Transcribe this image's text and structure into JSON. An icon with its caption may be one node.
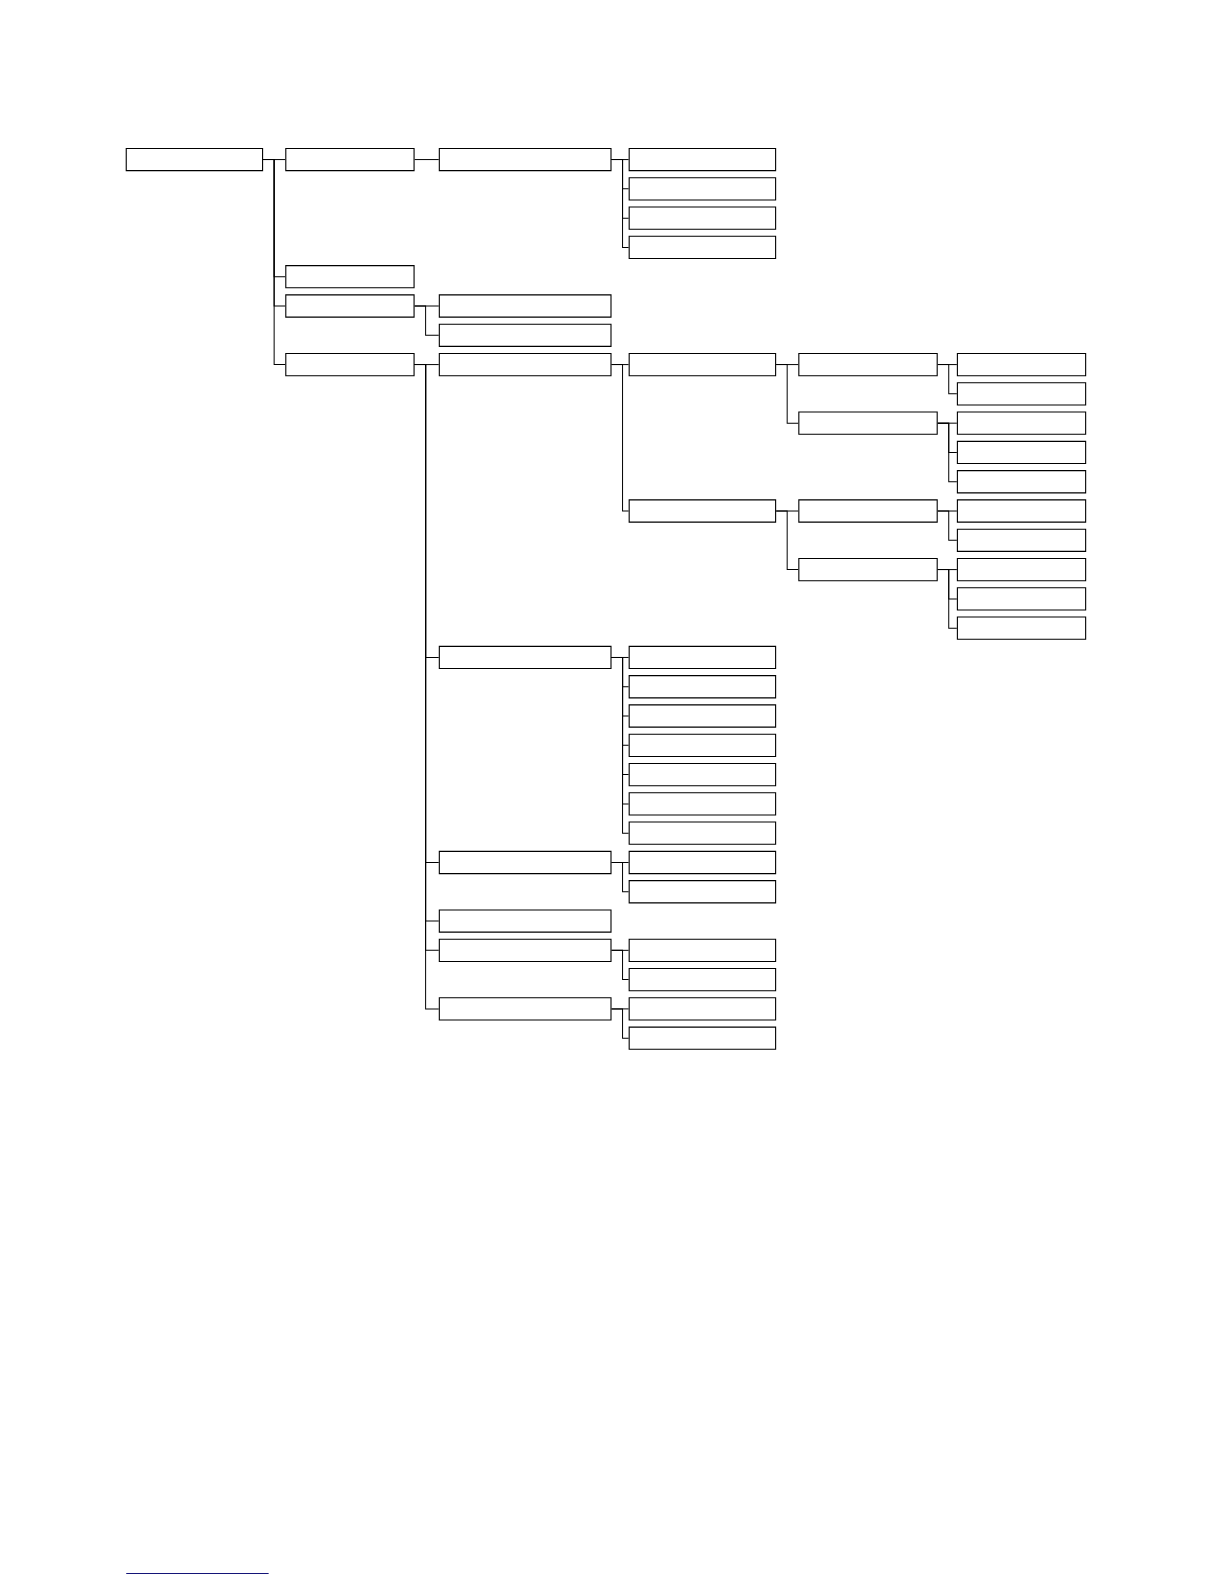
{
  "diagram": {
    "nodes": [
      {
        "text": [],
        "shape": "box"
      },
      {
        "text": [],
        "shape": "box"
      },
      {
        "text": [],
        "shape": "box"
      },
      {
        "text": [],
        "shape": "box"
      },
      {
        "text": [],
        "shape": "box"
      },
      {
        "text": [],
        "shape": "box"
      },
      {
        "text": [],
        "shape": "box"
      },
      {
        "text": [],
        "shape": "box"
      },
      {
        "text": [],
        "shape": "box"
      },
      {
        "text": [],
        "shape": "box"
      },
      {
        "text": [],
        "shape": "box"
      },
      {
        "text": [],
        "shape": "box"
      },
      {
        "text": [],
        "shape": "box"
      },
      {
        "text": [],
        "shape": "box"
      },
      {
        "text": [],
        "shape": "box"
      },
      {
        "text": [],
        "shape": "box"
      },
      {
        "text": [],
        "shape": "box"
      },
      {
        "text": [],
        "shape": "box"
      },
      {
        "text": [],
        "shape": "box"
      },
      {
        "text": [],
        "shape": "box"
      },
      {
        "text": [],
        "shape": "box"
      },
      {
        "text": [],
        "shape": "box"
      },
      {
        "text": [],
        "shape": "box"
      },
      {
        "text": [],
        "shape": "box"
      },
      {
        "text": [],
        "shape": "box"
      },
      {
        "text": [],
        "shape": "box"
      },
      {
        "text": [],
        "shape": "box"
      },
      {
        "text": [],
        "shape": "box"
      },
      {
        "text": [],
        "shape": "box"
      },
      {
        "text": [],
        "shape": "box"
      },
      {
        "text": [],
        "shape": "box"
      },
      {
        "text": [],
        "shape": "box"
      },
      {
        "text": [],
        "shape": "box"
      },
      {
        "text": [],
        "shape": "box"
      },
      {
        "text": [],
        "shape": "box"
      },
      {
        "text": [],
        "shape": "box"
      },
      {
        "text": [],
        "shape": "box"
      },
      {
        "text": [],
        "shape": "box"
      },
      {
        "text": [],
        "shape": "box"
      },
      {
        "text": [],
        "shape": "box"
      },
      {
        "text": [],
        "shape": "box"
      },
      {
        "text": [],
        "shape": "box"
      },
      {
        "text": [],
        "shape": "box"
      },
      {
        "text": [],
        "shape": "box"
      },
      {
        "text": [],
        "shape": "box"
      },
      {
        "text": [],
        "shape": "box"
      },
      {
        "text": [],
        "shape": "box"
      }
    ],
    "edges": [
      {
        "from": 0,
        "to": 1,
        "arrow": "none"
      },
      {
        "from": 1,
        "to": 2,
        "arrow": "none"
      },
      {
        "from": 2,
        "to": 3,
        "arrow": "none"
      },
      {
        "from": 2,
        "to": 4,
        "arrow": "none"
      },
      {
        "from": 2,
        "to": 5,
        "arrow": "none"
      },
      {
        "from": 2,
        "to": 6,
        "arrow": "none"
      },
      {
        "from": 0,
        "to": 7,
        "arrow": "none"
      },
      {
        "from": 0,
        "to": 8,
        "arrow": "none"
      },
      {
        "from": 8,
        "to": 9,
        "arrow": "none"
      },
      {
        "from": 8,
        "to": 10,
        "arrow": "none"
      },
      {
        "from": 0,
        "to": 11,
        "arrow": "none"
      },
      {
        "from": 11,
        "to": 12,
        "arrow": "none"
      },
      {
        "from": 12,
        "to": 13,
        "arrow": "none"
      },
      {
        "from": 13,
        "to": 14,
        "arrow": "none"
      },
      {
        "from": 14,
        "to": 15,
        "arrow": "none"
      },
      {
        "from": 14,
        "to": 16,
        "arrow": "none"
      },
      {
        "from": 13,
        "to": 17,
        "arrow": "none"
      },
      {
        "from": 17,
        "to": 18,
        "arrow": "none"
      },
      {
        "from": 17,
        "to": 19,
        "arrow": "none"
      },
      {
        "from": 17,
        "to": 20,
        "arrow": "none"
      },
      {
        "from": 12,
        "to": 21,
        "arrow": "none"
      },
      {
        "from": 21,
        "to": 22,
        "arrow": "none"
      },
      {
        "from": 22,
        "to": 23,
        "arrow": "none"
      },
      {
        "from": 22,
        "to": 24,
        "arrow": "none"
      },
      {
        "from": 21,
        "to": 25,
        "arrow": "none"
      },
      {
        "from": 25,
        "to": 26,
        "arrow": "none"
      },
      {
        "from": 25,
        "to": 27,
        "arrow": "none"
      },
      {
        "from": 25,
        "to": 28,
        "arrow": "none"
      },
      {
        "from": 11,
        "to": 29,
        "arrow": "none"
      },
      {
        "from": 29,
        "to": 30,
        "arrow": "none"
      },
      {
        "from": 29,
        "to": 31,
        "arrow": "none"
      },
      {
        "from": 29,
        "to": 32,
        "arrow": "none"
      },
      {
        "from": 29,
        "to": 33,
        "arrow": "none"
      },
      {
        "from": 29,
        "to": 34,
        "arrow": "none"
      },
      {
        "from": 29,
        "to": 35,
        "arrow": "none"
      },
      {
        "from": 29,
        "to": 36,
        "arrow": "none"
      },
      {
        "from": 11,
        "to": 37,
        "arrow": "none"
      },
      {
        "from": 37,
        "to": 38,
        "arrow": "none"
      },
      {
        "from": 37,
        "to": 39,
        "arrow": "none"
      },
      {
        "from": 11,
        "to": 40,
        "arrow": "none"
      },
      {
        "from": 11,
        "to": 41,
        "arrow": "none"
      },
      {
        "from": 41,
        "to": 42,
        "arrow": "none"
      },
      {
        "from": 41,
        "to": 43,
        "arrow": "none"
      },
      {
        "from": 11,
        "to": 44,
        "arrow": "none"
      },
      {
        "from": 44,
        "to": 45,
        "arrow": "none"
      },
      {
        "from": 44,
        "to": 46,
        "arrow": "none"
      }
    ]
  }
}
